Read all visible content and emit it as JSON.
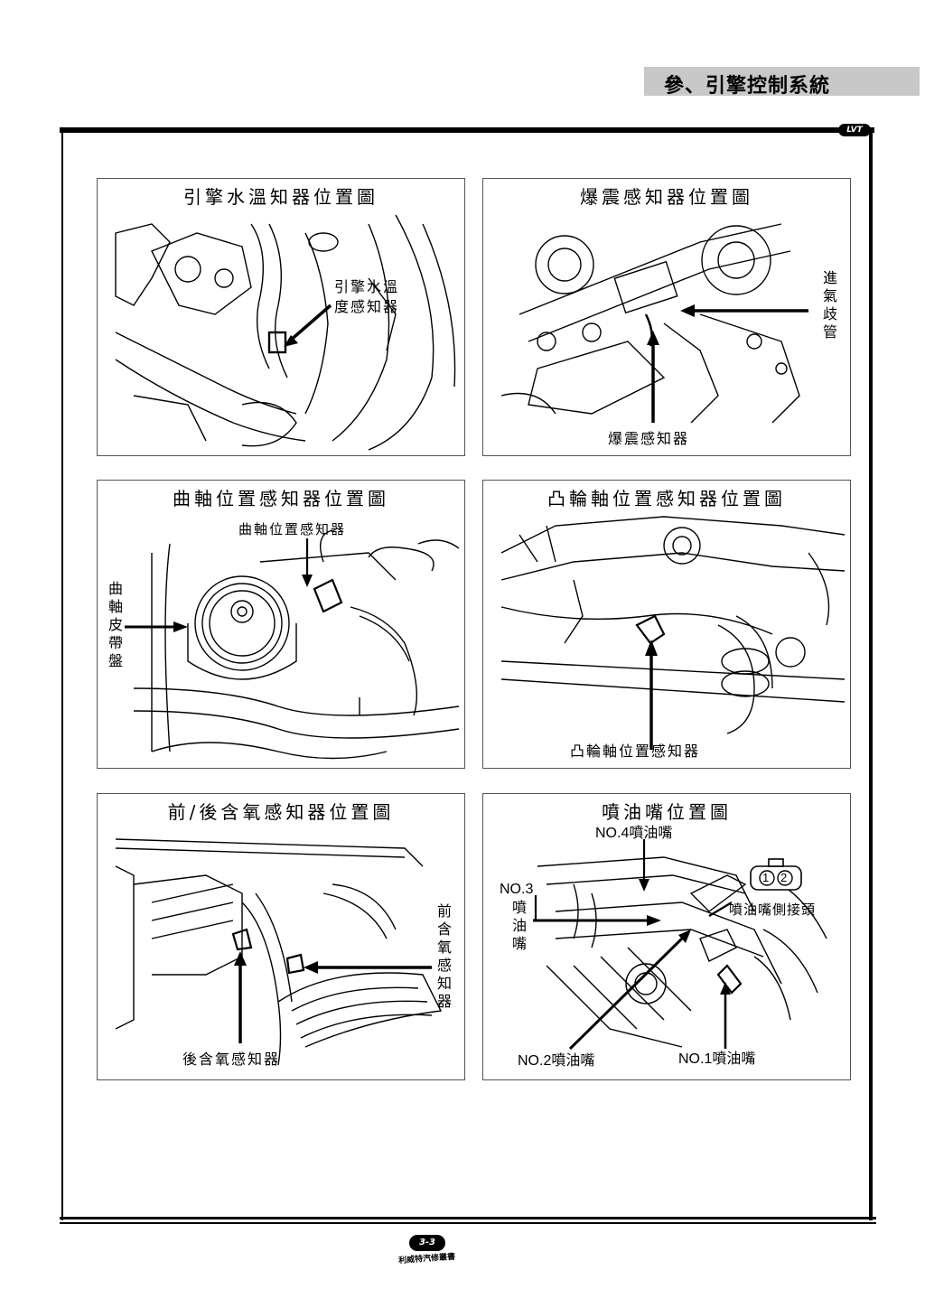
{
  "header": {
    "section_title": "參、引擎控制系統",
    "logo": "LVT"
  },
  "panels": {
    "coolant": {
      "title": "引擎水溫知器位置圖",
      "label1": "引擎水溫",
      "label2": "度感知器"
    },
    "knock": {
      "title": "爆震感知器位置圖",
      "intake": "進氣歧管",
      "sensor": "爆震感知器"
    },
    "crank": {
      "title": "曲軸位置感知器位置圖",
      "sensor": "曲軸位置感知器",
      "pulley": "曲軸皮帶盤"
    },
    "cam": {
      "title": "凸輪軸位置感知器位置圖",
      "sensor": "凸輪軸位置感知器"
    },
    "oxygen": {
      "title": "前/後含氧感知器位置圖",
      "front": "前含氧感知器",
      "rear": "後含氧感知器"
    },
    "injector": {
      "title": "噴油嘴位置圖",
      "no4": "NO.4噴油嘴",
      "no3": "NO.3",
      "no3_suffix": "噴油嘴",
      "connector": "噴油嘴側接頭",
      "pin1": "1",
      "pin2": "2",
      "no2": "NO.2噴油嘴",
      "no1": "NO.1噴油嘴"
    }
  },
  "footer": {
    "page_number": "3-3",
    "publisher": "利威特汽修叢書"
  }
}
